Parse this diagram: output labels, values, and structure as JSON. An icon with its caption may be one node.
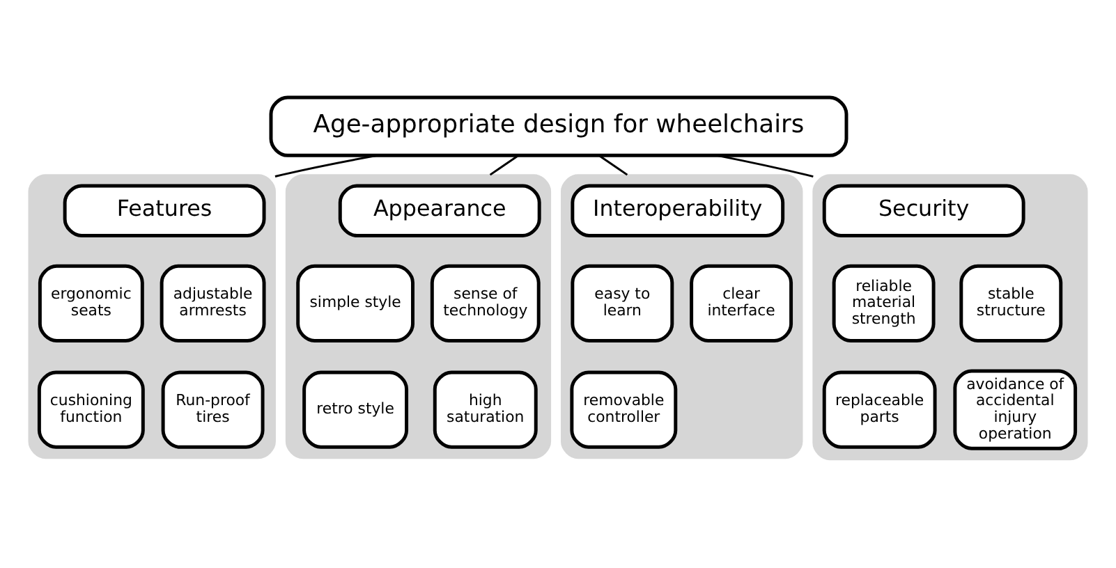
{
  "diagram": {
    "nodes": [
      {
        "text": [
          "Age-appropriate design for wheelchairs"
        ]
      },
      {
        "text": [],
        "shape": "box"
      },
      {
        "text": [
          "Features"
        ],
        "in": 1
      },
      {
        "text": [
          "ergonomic seats"
        ],
        "in": 1
      },
      {
        "text": [
          "adjustable armrests"
        ],
        "in": 1
      },
      {
        "text": [
          "cushioning function"
        ],
        "in": 1
      },
      {
        "text": [
          "Run-proof tires"
        ],
        "in": 1
      },
      {
        "text": [],
        "shape": "box"
      },
      {
        "text": [
          "Appearance"
        ],
        "in": 7
      },
      {
        "text": [
          "simple style"
        ],
        "in": 7
      },
      {
        "text": [
          "sense of technology"
        ],
        "in": 7
      },
      {
        "text": [
          "retro style"
        ],
        "in": 7
      },
      {
        "text": [
          "high saturation"
        ],
        "in": 7
      },
      {
        "text": [],
        "shape": "box"
      },
      {
        "text": [
          "Interoperability"
        ],
        "in": 13
      },
      {
        "text": [
          "easy to learn"
        ],
        "in": 13
      },
      {
        "text": [
          "clear interface"
        ],
        "in": 13
      },
      {
        "text": [
          "removable controller"
        ],
        "in": 13
      },
      {
        "text": [],
        "shape": "box"
      },
      {
        "text": [
          "Security"
        ],
        "in": 18
      },
      {
        "text": [
          "reliable material strength"
        ],
        "in": 18
      },
      {
        "text": [
          "stable structure"
        ],
        "in": 18
      },
      {
        "text": [
          "replaceable parts"
        ],
        "in": 18
      },
      {
        "text": [
          "avoidance of accidental injury operation"
        ],
        "in": 18
      }
    ],
    "edges": [
      {
        "from": 0,
        "to": 1,
        "arrow": "none"
      },
      {
        "from": 0,
        "to": 7,
        "arrow": "none"
      },
      {
        "from": 0,
        "to": 13,
        "arrow": "none"
      },
      {
        "from": 0,
        "to": 18,
        "arrow": "none"
      }
    ]
  }
}
